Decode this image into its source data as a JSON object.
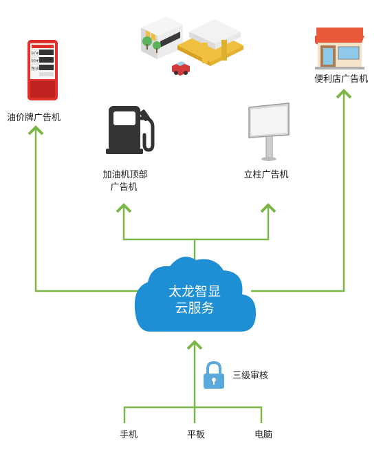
{
  "cloud": {
    "line1": "太龙智显",
    "line2": "云服务"
  },
  "terminals": {
    "price_sign": "油价牌广告机",
    "pump_top_line1": "加油机顶部",
    "pump_top_line2": "广告机",
    "pillar": "立柱广告机",
    "store": "便利店广告机"
  },
  "review": {
    "label": "三级审核"
  },
  "devices": {
    "phone": "手机",
    "tablet": "平板",
    "pc": "电脑"
  },
  "price_sign_panel": {
    "rows": [
      "97#",
      "93#",
      "柴油"
    ]
  },
  "colors": {
    "arrow": "#7ab648",
    "cloud": "#1e8fd5",
    "sign_red": "#e0302c",
    "lock": "#5aa9dd",
    "pump_icon": "#333333"
  }
}
